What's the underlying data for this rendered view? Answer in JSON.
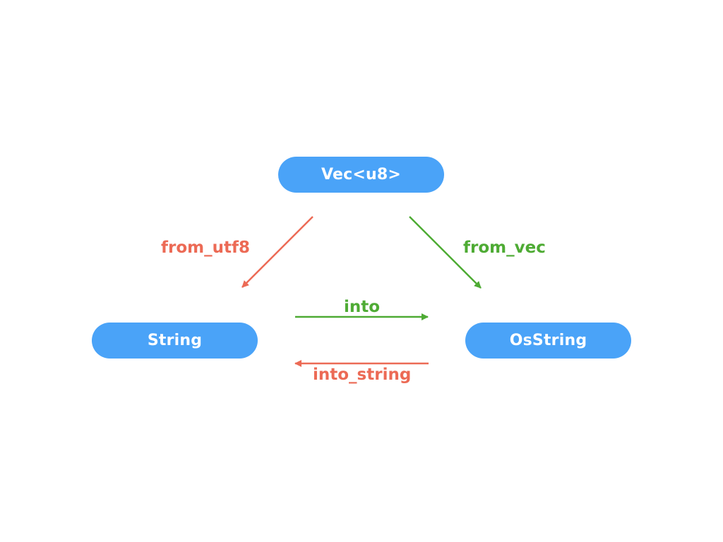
{
  "colors": {
    "node_fill": "#4aa3f8",
    "node_text": "#ffffff",
    "red_edge": "#ec6a55",
    "green_edge": "#4eab34",
    "background": "#ffffff"
  },
  "nodes": {
    "vec": {
      "label": "Vec<u8>"
    },
    "string": {
      "label": "String"
    },
    "osstring": {
      "label": "OsString"
    }
  },
  "edges": {
    "from_utf8": {
      "label": "from_utf8",
      "from": "Vec<u8>",
      "to": "String",
      "color": "red"
    },
    "from_vec": {
      "label": "from_vec",
      "from": "Vec<u8>",
      "to": "OsString",
      "color": "green"
    },
    "into": {
      "label": "into",
      "from": "String",
      "to": "OsString",
      "color": "green"
    },
    "into_string": {
      "label": "into_string",
      "from": "OsString",
      "to": "String",
      "color": "red"
    }
  }
}
